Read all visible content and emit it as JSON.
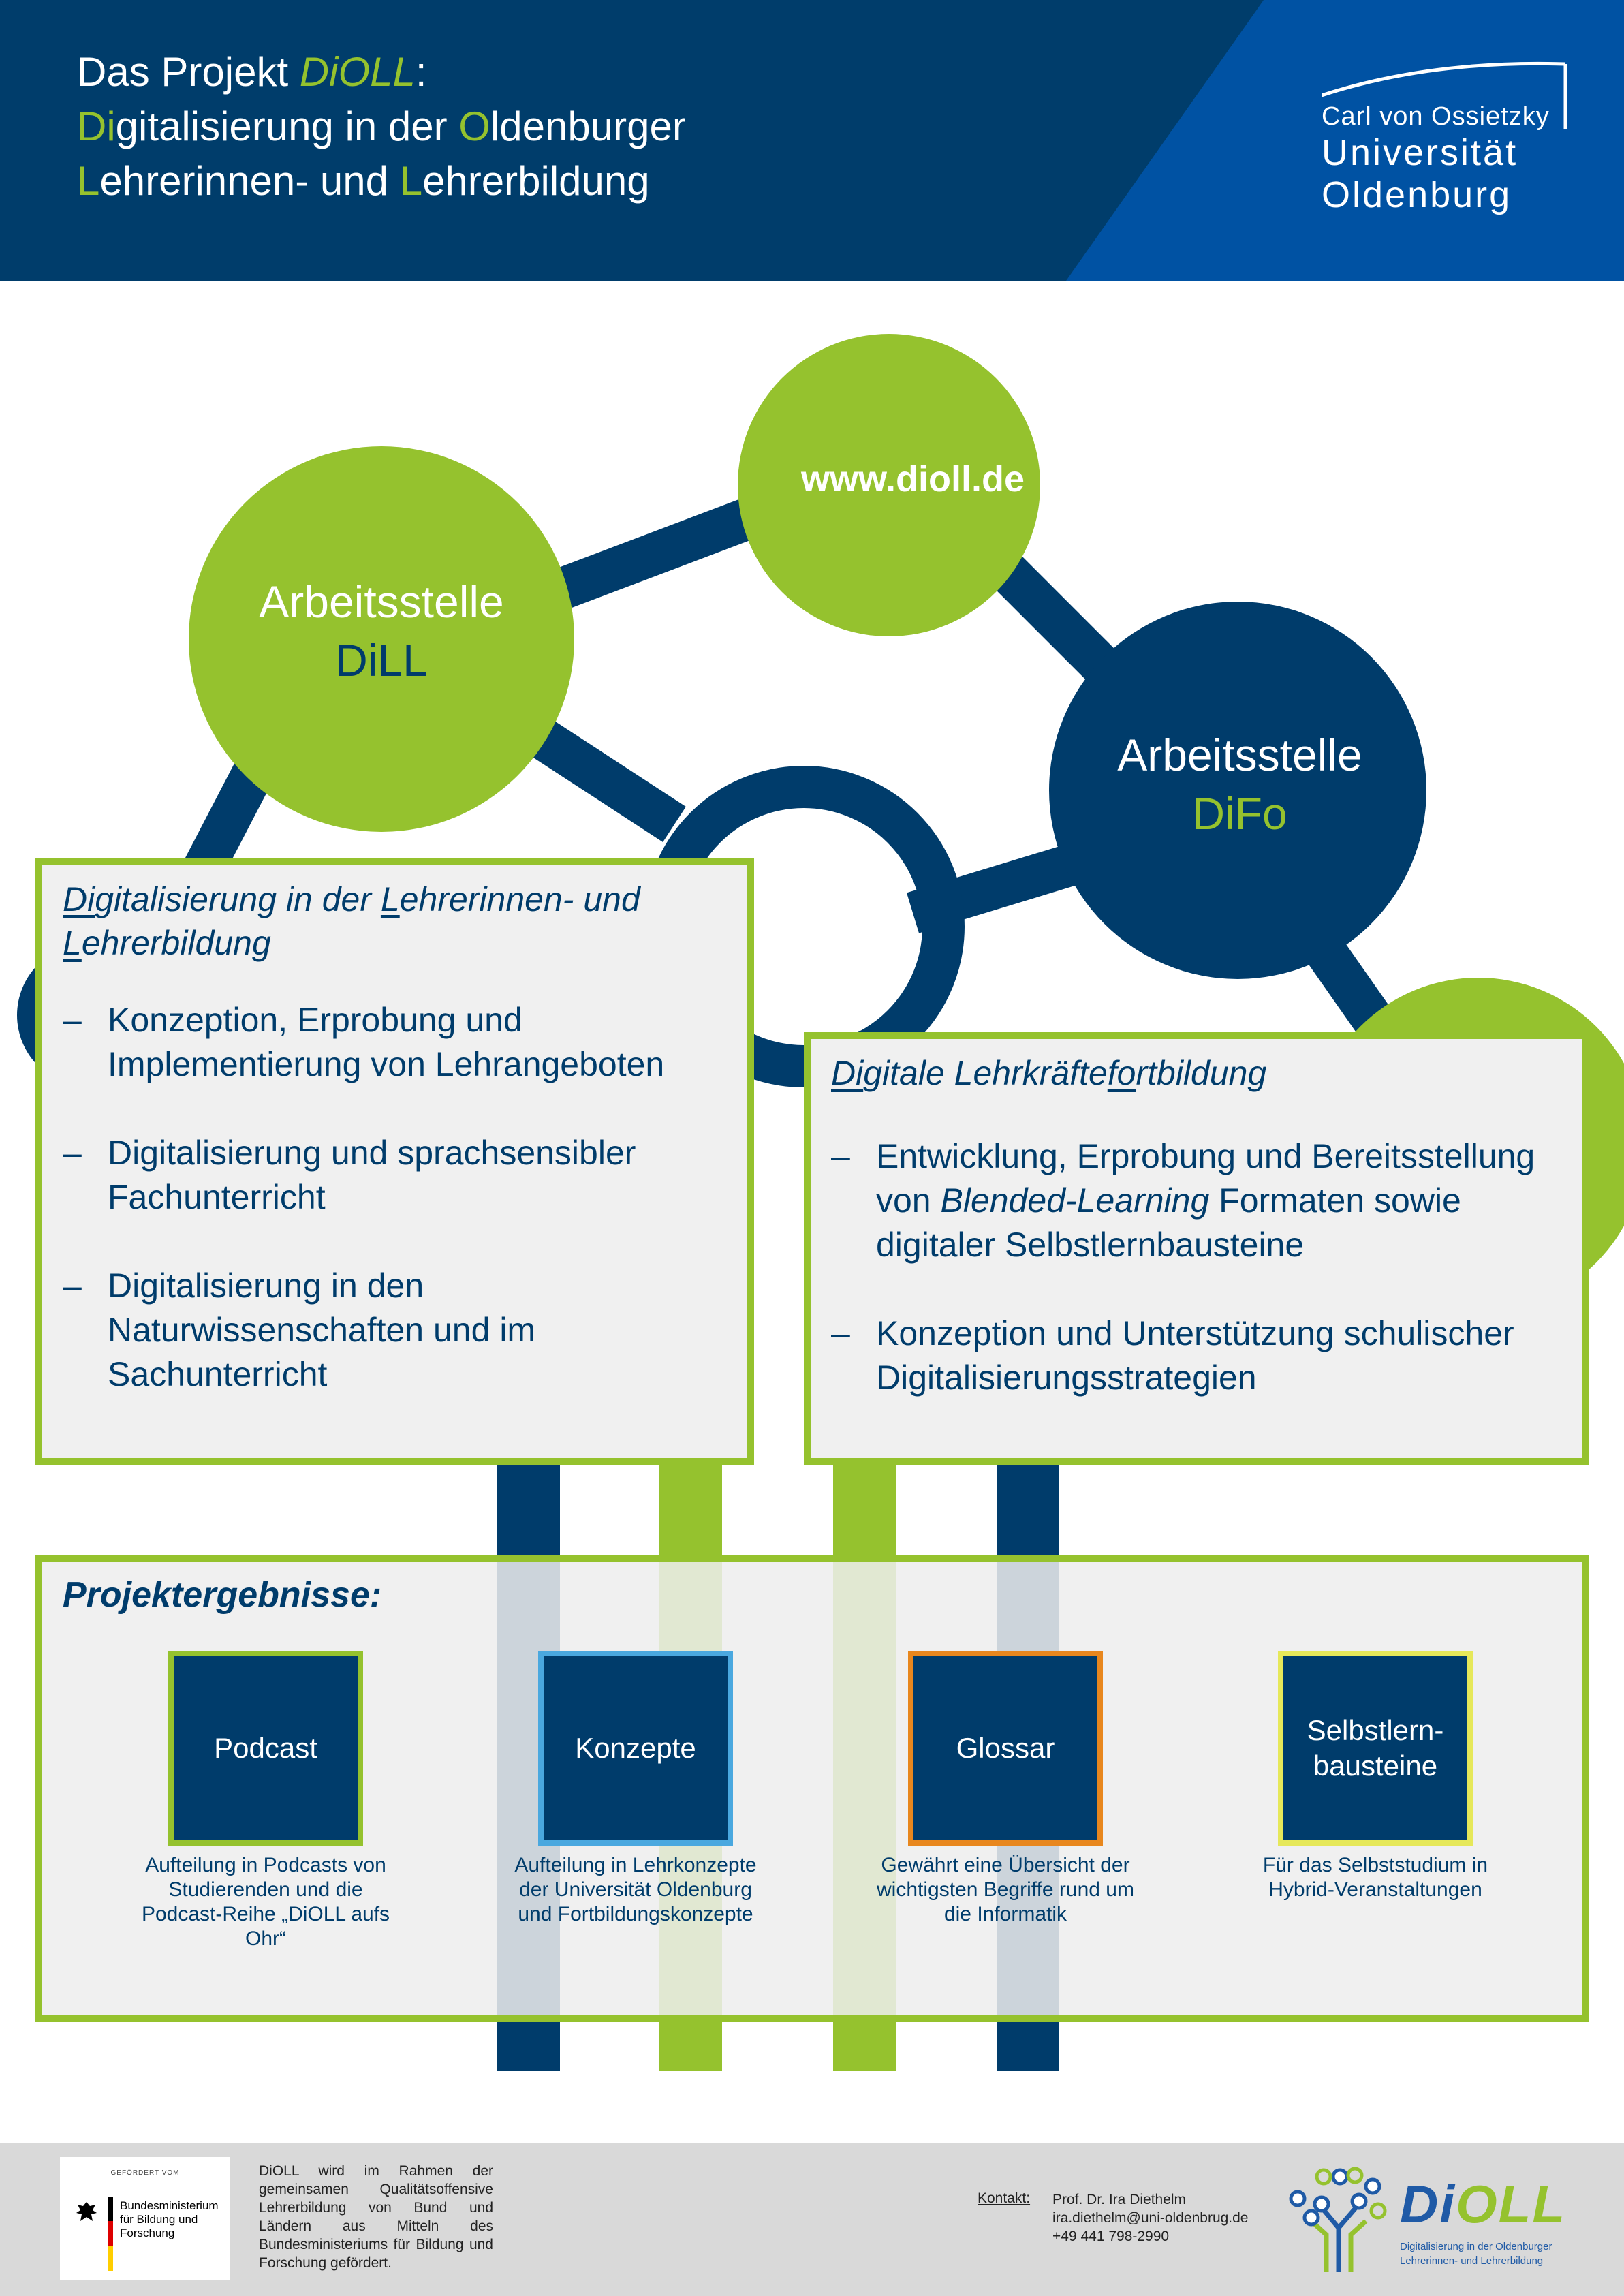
{
  "header": {
    "title_line1_prefix": "Das Projekt ",
    "title_line1_highlight": "DiOLL",
    "title_line1_suffix": ":",
    "title_line2": [
      {
        "t": "Di",
        "g": true
      },
      {
        "t": "gitalisierung in der ",
        "g": false
      },
      {
        "t": "O",
        "g": true
      },
      {
        "t": "ldenburger",
        "g": false
      }
    ],
    "title_line3": [
      {
        "t": "L",
        "g": true
      },
      {
        "t": "ehrerinnen- und ",
        "g": false
      },
      {
        "t": "L",
        "g": true
      },
      {
        "t": "ehrerbildung",
        "g": false
      }
    ],
    "university_line1": "Carl von Ossietzky",
    "university_line2": "Universität",
    "university_line3": "Oldenburg"
  },
  "colors": {
    "navy": "#003c6b",
    "header_dark": "#003d6b",
    "header_blue": "#0052a3",
    "green": "#95c22e",
    "light_blue": "#4aa8df",
    "orange": "#e8871e",
    "yellow": "#e6e85a"
  },
  "network": {
    "dill_title": "Arbeitsstelle",
    "dill_sub": "DiLL",
    "difo_title": "Arbeitsstelle",
    "difo_sub": "DiFo",
    "website": "www.dioll.de"
  },
  "box_left": {
    "title_html": "<u>Di</u>gitalisierung in der <u>L</u>ehrerinnen- und <u>L</u>ehrerbildung",
    "bullets": [
      "Konzeption, Erprobung und Implementierung von Lehrangeboten",
      "Digitalisierung und sprachsensibler Fachunterricht",
      "Digitalisierung in den Naturwissenschaften und im Sachunterricht"
    ]
  },
  "box_right": {
    "title_html": "<u>Di</u>gitale Lehrkräfte<u>fo</u>rtbildung",
    "bullets": [
      "Entwicklung, Erprobung und Bereitsstellung von <em>Blended-Learning</em> Formaten sowie digitaler Selbstlernbausteine",
      "Konzeption und Unterstützung schulischer Digitalisierungsstrategien"
    ]
  },
  "results": {
    "title": "Projektergebnisse:",
    "items": [
      {
        "label": "Podcast",
        "border": "#95c22e",
        "desc": "Aufteilung in Podcasts von Studierenden und die Podcast-Reihe „DiOLL aufs Ohr“"
      },
      {
        "label": "Konzepte",
        "border": "#4aa8df",
        "desc": "Aufteilung in Lehrkonzepte der Universität Oldenburg und Fortbildungskonzepte"
      },
      {
        "label": "Glossar",
        "border": "#e8871e",
        "desc": "Gewährt eine Übersicht der wichtigsten Begriffe rund um die Informatik"
      },
      {
        "label": "Selbstlern-\nbausteine",
        "border": "#e6e85a",
        "desc": "Für das Selbststudium in Hybrid-Veranstaltungen"
      }
    ]
  },
  "footer": {
    "bmbf_top": "GEFÖRDERT VOM",
    "bmbf_text": "Bundesministerium für Bildung und Forschung",
    "funding_text": "DiOLL wird im Rahmen der gemeinsamen Qualitätsoffensive Lehrerbildung von Bund und Ländern aus Mitteln des Bundesministeriums für Bildung und Forschung gefördert.",
    "contact_label": "Kontakt:",
    "contact_name": "Prof. Dr. Ira Diethelm",
    "contact_email": "ira.diethelm@uni-oldenbrug.de",
    "contact_phone": "+49 441 798-2990",
    "logo_word_prefix": "Di",
    "logo_word_suffix": "OLL",
    "logo_tagline_1": "Digitalisierung in der Oldenburger",
    "logo_tagline_2": "Lehrerinnen- und Lehrerbildung"
  }
}
